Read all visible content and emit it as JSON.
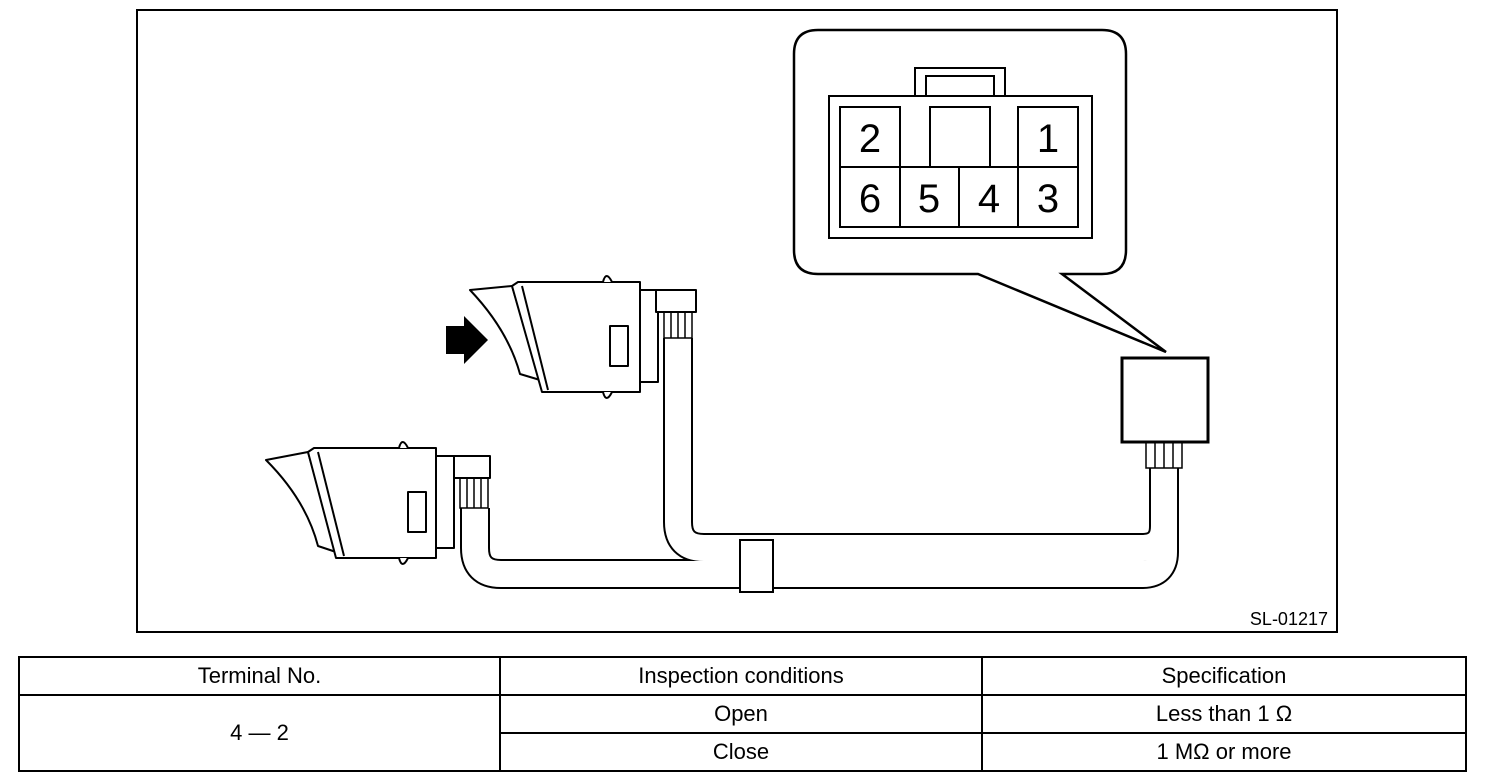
{
  "figure": {
    "code": "SL-01217",
    "connector_pins": [
      "2",
      "1",
      "6",
      "5",
      "4",
      "3"
    ]
  },
  "table": {
    "headers": [
      "Terminal No.",
      "Inspection conditions",
      "Specification"
    ],
    "terminal": "4 — 2",
    "rows": [
      {
        "condition": "Open",
        "specification": "Less than 1 Ω"
      },
      {
        "condition": "Close",
        "specification": "1 MΩ or more"
      }
    ]
  }
}
